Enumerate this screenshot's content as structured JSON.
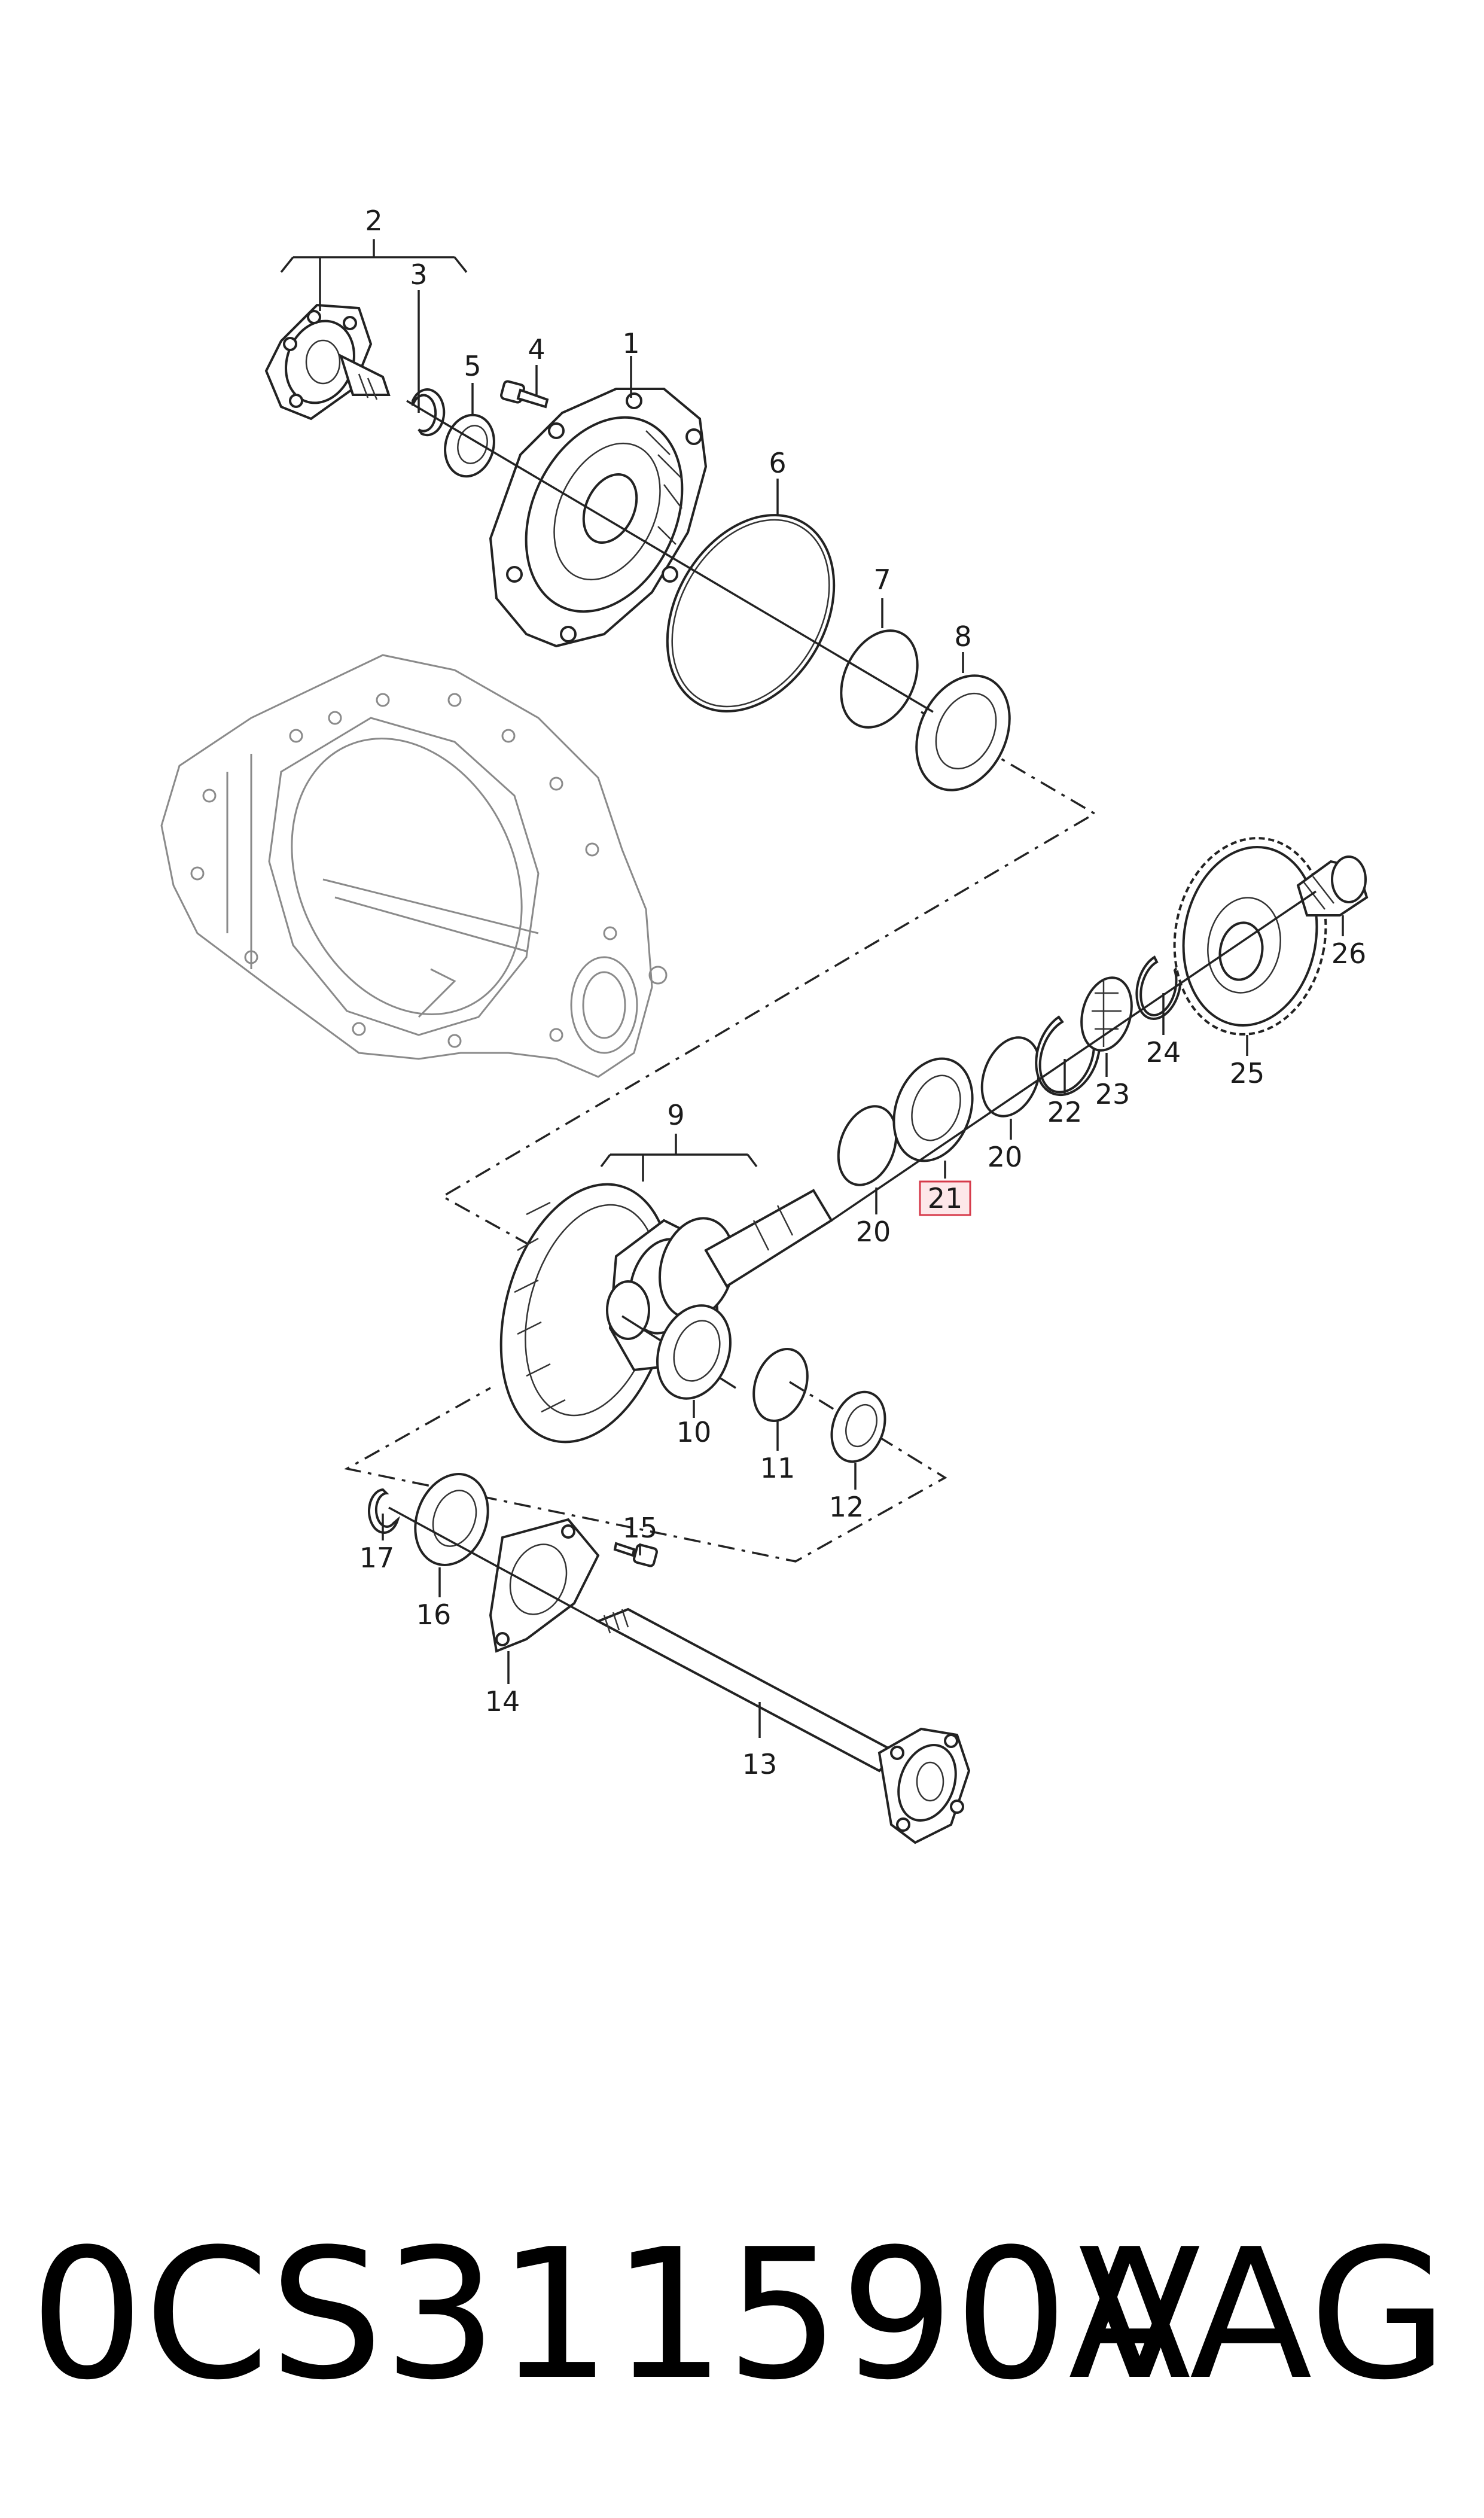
{
  "callouts": {
    "c1": "1",
    "c2": "2",
    "c3": "3",
    "c4": "4",
    "c5": "5",
    "c6": "6",
    "c7": "7",
    "c8": "8",
    "c9": "9",
    "c10": "10",
    "c11": "11",
    "c12": "12",
    "c13": "13",
    "c14": "14",
    "c15": "15",
    "c16": "16",
    "c17": "17",
    "c20a": "20",
    "c20b": "20",
    "c21": "21",
    "c22": "22",
    "c23": "23",
    "c24": "24",
    "c25": "25",
    "c26": "26"
  },
  "highlighted_part": "21",
  "colors": {
    "line": "#222222",
    "highlight_fill": "#fde7e9",
    "highlight_stroke": "#d63a4a",
    "ghost": "#8a8a8a"
  },
  "footer": {
    "part_number": "0CS311590A",
    "brand": "VAG"
  }
}
